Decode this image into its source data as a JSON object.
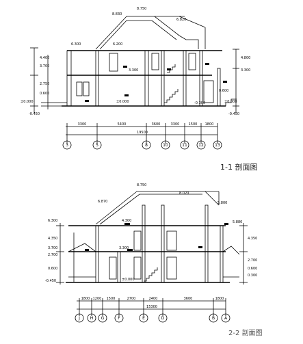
{
  "section1": {
    "title": "1-1  剖面图",
    "levels": {
      "ridge": "8.750",
      "roof_left": "8.830",
      "roof_right": "6.820",
      "eave_left": "6.300",
      "eave_mid": "6.200",
      "l2_left": "4.400",
      "l2_left_b": "3.700",
      "l2_mid": "3.300",
      "l1_left_a": "2.750",
      "l1_left_b": "0.600",
      "ground_left": "±0.000",
      "ground_mid": "±0.000",
      "sub_mid": "-0.300",
      "bottom_left": "-0.450",
      "bottom_right": "-0.450",
      "right_a": "4.800",
      "right_b": "3.300",
      "right_c": "0.600",
      "right_d": "±0.000"
    },
    "dims": [
      "3300",
      "5400",
      "3600",
      "3300",
      "1500",
      "1800"
    ],
    "total": "19500",
    "axes": [
      "3",
      "5",
      "8",
      "10",
      "11",
      "12",
      "13"
    ]
  },
  "section2": {
    "title": "2-2  剖面图",
    "levels": {
      "ridge": "8.750",
      "roof_left": "8.020",
      "roof_mid": "6.870",
      "eave_right": "5.800",
      "left_a": "6.300",
      "left_b": "4.350",
      "left_c": "3.700",
      "left_d": "2.700",
      "left_e": "0.600",
      "left_f": "-0.450",
      "mid_a": "4.300",
      "mid_b": "3.300",
      "mid_c": "±0.000",
      "right_a": "5.880",
      "right_b": "4.350",
      "right_c": "2.700",
      "right_d": "0.600",
      "right_e": "0.300"
    },
    "dims": [
      "1800",
      "1200",
      "1500",
      "2700",
      "2400",
      "3600",
      "1800"
    ],
    "total": "15300",
    "axes": [
      "J",
      "H",
      "G",
      "F",
      "E",
      "D",
      "B",
      "A"
    ]
  }
}
